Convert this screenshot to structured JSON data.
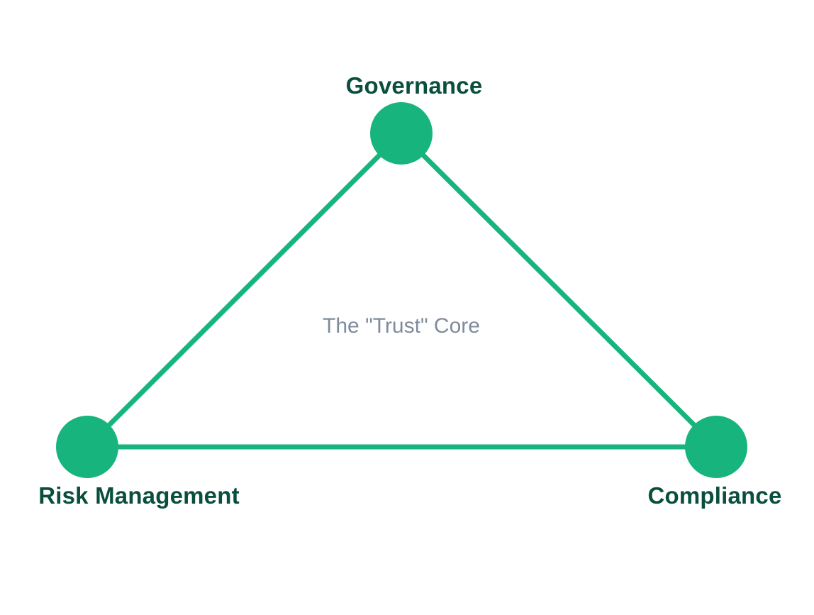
{
  "diagram": {
    "type": "triangle-network",
    "center_label": "The \"Trust\" Core",
    "nodes": [
      {
        "id": "governance",
        "label": "Governance",
        "position": "top"
      },
      {
        "id": "risk-management",
        "label": "Risk Management",
        "position": "bottom-left"
      },
      {
        "id": "compliance",
        "label": "Compliance",
        "position": "bottom-right"
      }
    ],
    "edges": [
      {
        "from": "governance",
        "to": "risk-management"
      },
      {
        "from": "governance",
        "to": "compliance"
      },
      {
        "from": "risk-management",
        "to": "compliance"
      }
    ]
  },
  "colors": {
    "node_fill": "#17b57d",
    "edge_stroke": "#17b57d",
    "node_label": "#0a4f3d",
    "center_label": "#7f8c9d",
    "background": "#ffffff"
  }
}
